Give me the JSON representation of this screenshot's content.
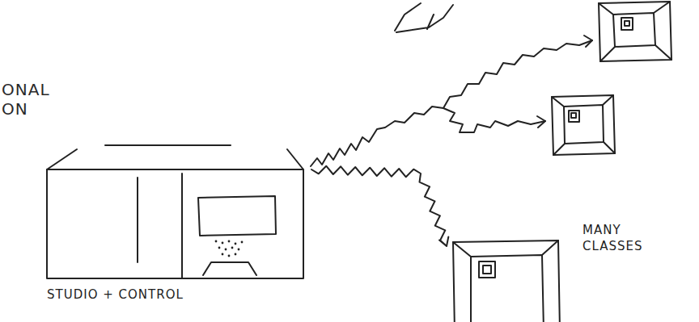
{
  "diagram": {
    "nodes": [
      {
        "text": [
          "STUDIO + CONTROL"
        ]
      },
      {
        "text": [
          "MANY CLASSES"
        ]
      }
    ],
    "edges": [
      {
        "from": 0,
        "to": 1,
        "arrow": "to"
      }
    ],
    "labels": [
      "ONAL",
      "ON"
    ]
  }
}
